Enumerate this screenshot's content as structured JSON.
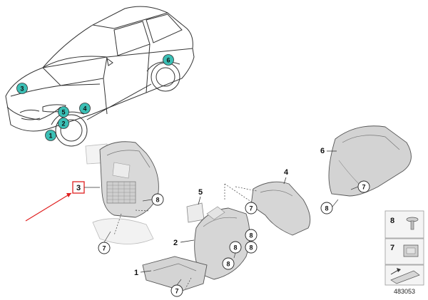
{
  "car_markers": [
    {
      "id": "car-marker-1",
      "label": "1"
    },
    {
      "id": "car-marker-2",
      "label": "2"
    },
    {
      "id": "car-marker-3",
      "label": "3"
    },
    {
      "id": "car-marker-4",
      "label": "4"
    },
    {
      "id": "car-marker-5",
      "label": "5"
    },
    {
      "id": "car-marker-6",
      "label": "6"
    }
  ],
  "part_labels": {
    "p1": "1",
    "p2": "2",
    "p3": "3",
    "p4": "4",
    "p5": "5",
    "p6": "6"
  },
  "callouts": {
    "c7a": "7",
    "c7b": "7",
    "c7c": "7",
    "c7d": "7",
    "c8a": "8",
    "c8b": "8",
    "c8c": "8",
    "c8d": "8",
    "c8e": "8",
    "c8f": "8"
  },
  "legend": {
    "item8": "8",
    "item7": "7"
  },
  "reference_number": "483053",
  "colors": {
    "marker_fill": "#3bbfb5",
    "part_fill": "#d9d9d9",
    "highlight": "#e02020"
  }
}
